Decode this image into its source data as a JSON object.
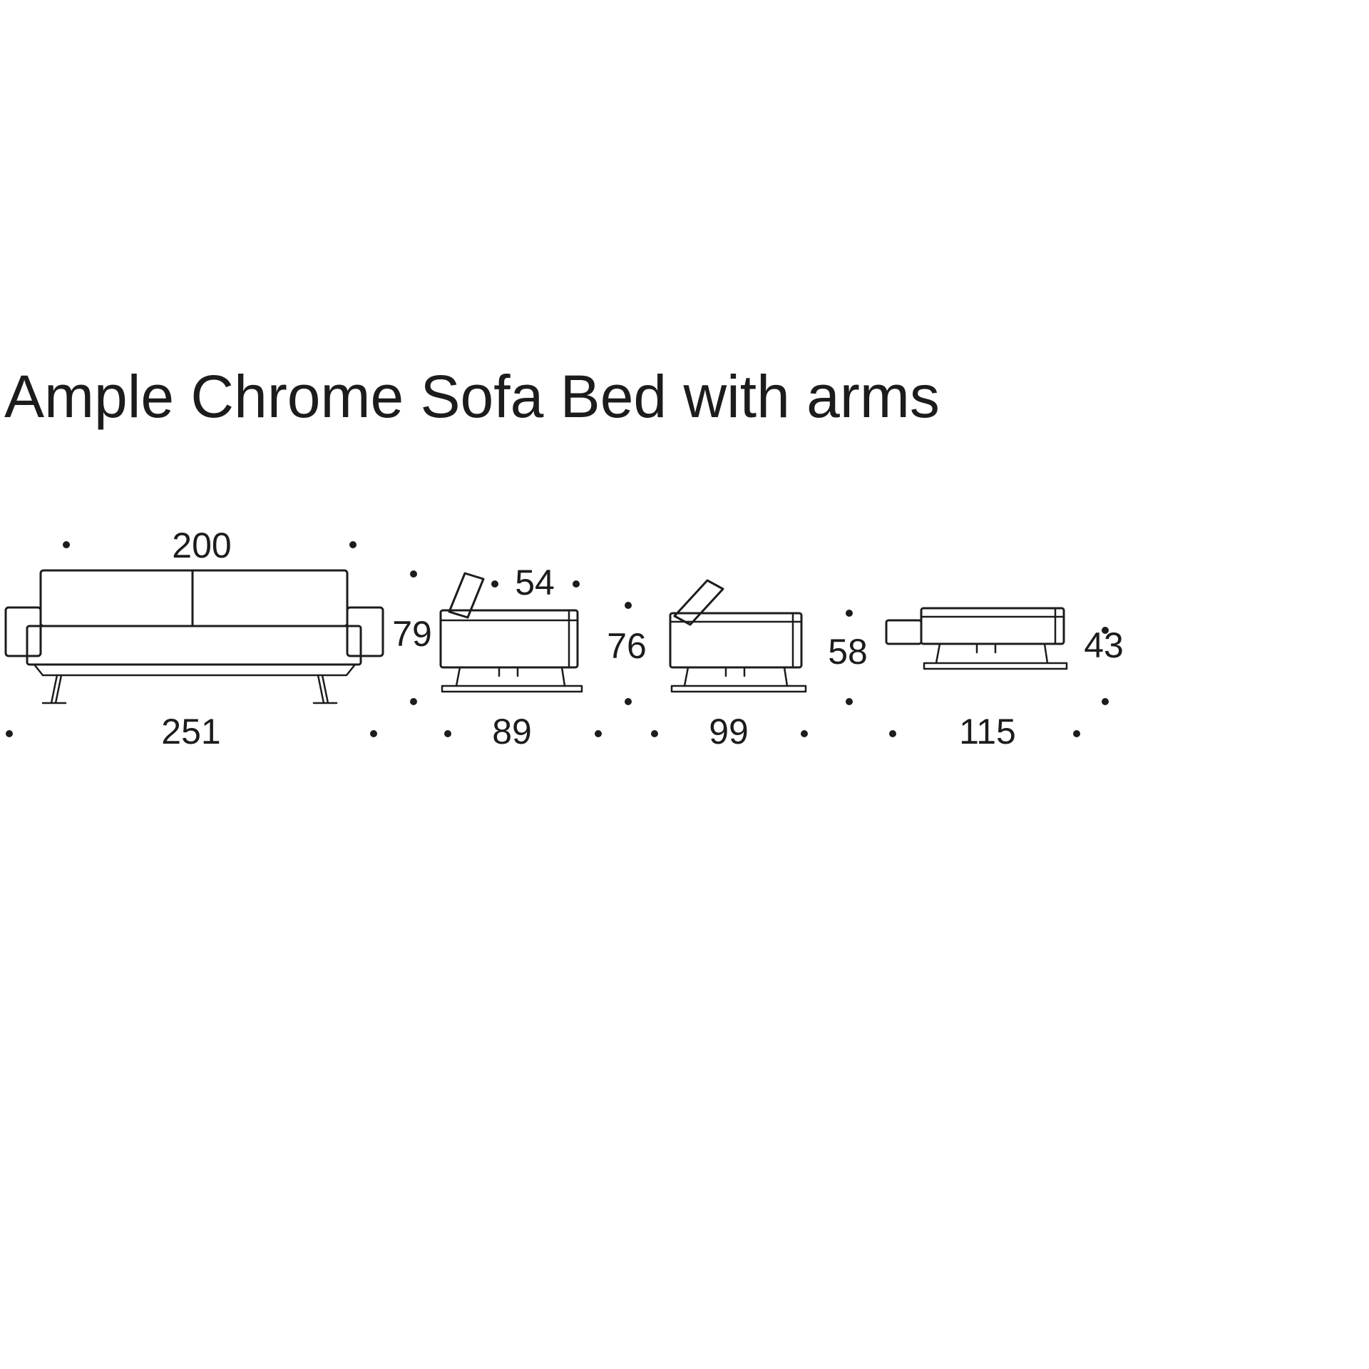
{
  "title": "Ample Chrome Sofa Bed with arms",
  "diagram": {
    "front": {
      "width_top": "200",
      "width_total": "251",
      "height": "79"
    },
    "upright": {
      "backrest": "54",
      "depth": "89",
      "height": "76"
    },
    "reclined": {
      "depth": "99",
      "height": "58"
    },
    "flat": {
      "depth": "115",
      "height": "43"
    }
  }
}
